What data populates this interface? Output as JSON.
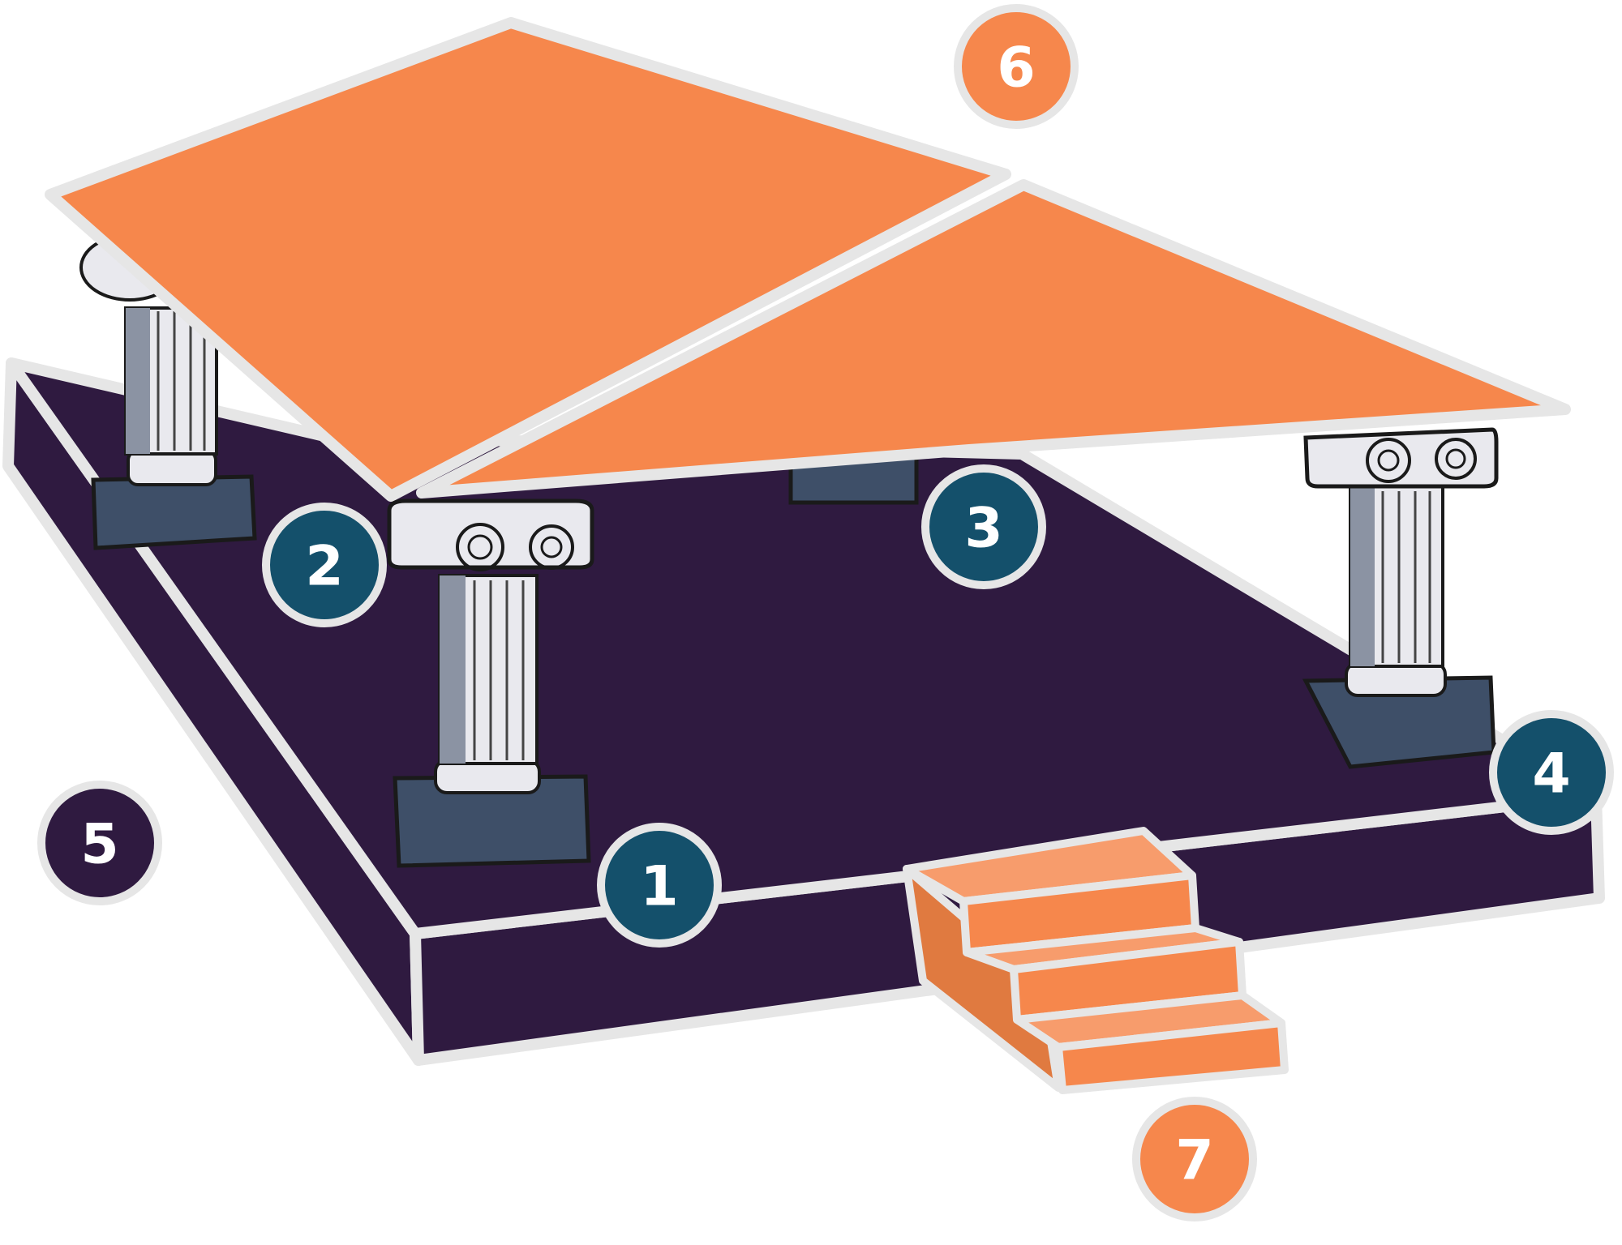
{
  "colors": {
    "platform_top": "#2f1a40",
    "platform_side": "#2f1a40",
    "outline": "#e6e6e6",
    "roof": "#f6874c",
    "stairs": "#f6874c",
    "stairs_light": "#f79c6c",
    "column_shaft": "#e9e9ee",
    "column_shadow": "#8b93a3",
    "column_base": "#3e4f68",
    "badge_teal": "#14506b",
    "badge_purple": "#2f1a40",
    "badge_orange": "#f6874c"
  },
  "markers": [
    {
      "label": "1",
      "color": "badge_teal",
      "part": "stylobate-edge"
    },
    {
      "label": "2",
      "color": "badge_teal",
      "part": "column"
    },
    {
      "label": "3",
      "color": "badge_teal",
      "part": "floor"
    },
    {
      "label": "4",
      "color": "badge_teal",
      "part": "platform-corner"
    },
    {
      "label": "5",
      "color": "badge_purple",
      "part": "foundation"
    },
    {
      "label": "6",
      "color": "badge_orange",
      "part": "roof"
    },
    {
      "label": "7",
      "color": "badge_orange",
      "part": "stairs"
    }
  ]
}
